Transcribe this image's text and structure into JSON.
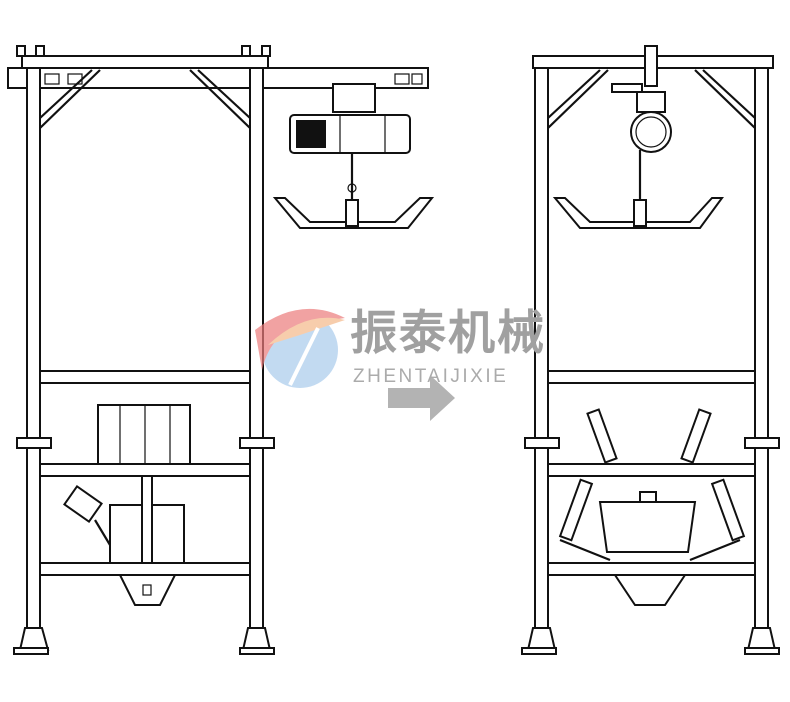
{
  "watermark": {
    "brand_cn": "振泰机械",
    "brand_en": "ZHENTAIJIXIE",
    "logo_colors": [
      "#e9595a",
      "#f3a56d",
      "#7fb0df"
    ]
  },
  "diagram": {
    "panels": [
      "left-frame-with-electric-hoist",
      "right-frame-with-bag-clamping-arms"
    ],
    "arrow_color": "#b3b3b3"
  }
}
